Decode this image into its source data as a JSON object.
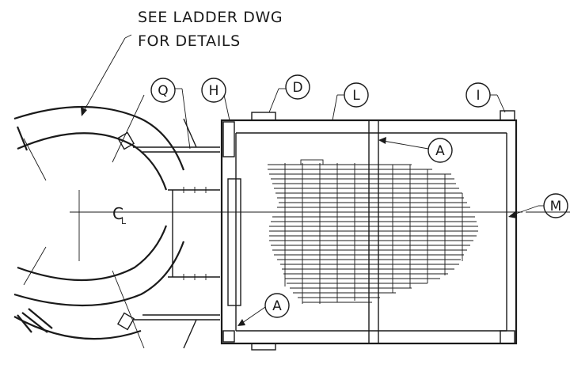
{
  "note": {
    "line1": "SEE LADDER DWG",
    "line2": "FOR DETAILS"
  },
  "callouts": [
    {
      "id": "Q",
      "label": "Q"
    },
    {
      "id": "H",
      "label": "H"
    },
    {
      "id": "D",
      "label": "D"
    },
    {
      "id": "L",
      "label": "L"
    },
    {
      "id": "I",
      "label": "I"
    },
    {
      "id": "A-top",
      "label": "A"
    },
    {
      "id": "M",
      "label": "M"
    },
    {
      "id": "A-bottom",
      "label": "A"
    }
  ],
  "centerline": {
    "label": "C",
    "sub": "L"
  },
  "colors": {
    "ink": "#1a1a1a",
    "paper": "#ffffff"
  }
}
